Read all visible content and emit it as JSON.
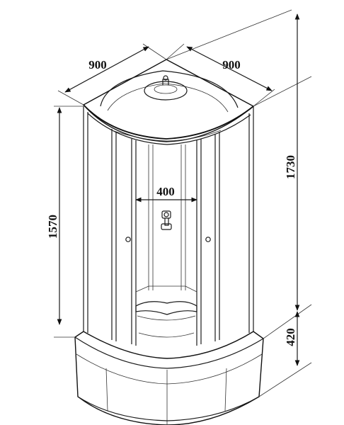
{
  "dimensions": {
    "width_left": "900",
    "width_right": "900",
    "door_opening": "400",
    "door_height": "1570",
    "total_height": "1730",
    "tray_height": "420"
  }
}
